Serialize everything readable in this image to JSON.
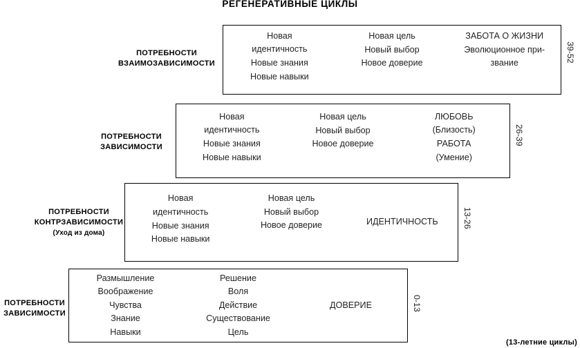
{
  "title": "РЕГЕНЕРАТИВНЫЕ ЦИКЛЫ",
  "footnote": "(13-летние циклы)",
  "rows": [
    {
      "label_line1": "ПОТРЕБНОСТИ",
      "label_line2": "ВЗАИМОЗАВИСИМОСТИ",
      "label_sub": "",
      "age_range": "39-52",
      "columns": [
        {
          "lines": [
            "Новая",
            "идентичность",
            "Новые знания",
            "Новые навыки"
          ]
        },
        {
          "lines": [
            "Новая цель",
            "Новый выбор",
            "Новое доверие"
          ]
        },
        {
          "lines": [
            "ЗАБОТА О ЖИЗНИ",
            "Эволюционное при-",
            "звание"
          ]
        }
      ]
    },
    {
      "label_line1": "ПОТРЕБНОСТИ",
      "label_line2": "ЗАВИСИМОСТИ",
      "label_sub": "",
      "age_range": "26-39",
      "columns": [
        {
          "lines": [
            "Новая",
            "идентичность",
            "Новые знания",
            "Новые навыки"
          ]
        },
        {
          "lines": [
            "Новая цель",
            "Новый выбор",
            "Новое доверие"
          ]
        },
        {
          "lines": [
            "ЛЮБОВЬ",
            "(Близость)",
            "РАБОТА",
            "(Умение)"
          ]
        }
      ]
    },
    {
      "label_line1": "ПОТРЕБНОСТИ",
      "label_line2": "КОНТРЗАВИСИМОСТИ",
      "label_sub": "(Уход из дома)",
      "age_range": "13-26",
      "columns": [
        {
          "lines": [
            "Новая",
            "идентичность",
            "Новые знания",
            "Новые навыки"
          ]
        },
        {
          "lines": [
            "Новая цель",
            "Новый выбор",
            "Новое доверие"
          ]
        },
        {
          "lines": [
            "ИДЕНТИЧНОСТЬ"
          ]
        }
      ]
    },
    {
      "label_line1": "ПОТРЕБНОСТИ",
      "label_line2": "ЗАВИСИМОСТИ",
      "label_sub": "",
      "age_range": "0-13",
      "columns": [
        {
          "lines": [
            "Размышление",
            "Воображение",
            "Чувства",
            "Знание",
            "Навыки"
          ]
        },
        {
          "lines": [
            "Решение",
            "Воля",
            "Действие",
            "Существование",
            "Цель"
          ]
        },
        {
          "lines": [
            "ДОВЕРИЕ"
          ]
        }
      ]
    }
  ]
}
